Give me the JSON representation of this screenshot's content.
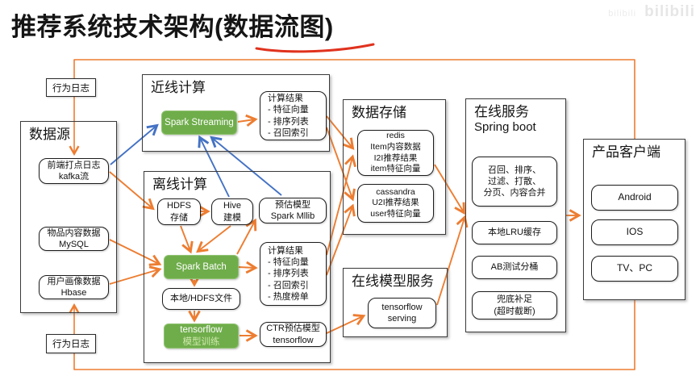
{
  "title": "推荐系统技术架构(数据流图)",
  "watermark": {
    "logo": "bilibili",
    "small": "bilibili"
  },
  "colors": {
    "arrow_orange": "#ED7D31",
    "arrow_blue": "#4472C4",
    "node_green": "#6FAD4B",
    "underline_red": "#E0321E"
  },
  "flow_labels": {
    "top_log": "行为日志",
    "bottom_log": "行为日志"
  },
  "sections": {
    "datasource": {
      "title": "数据源",
      "kafka": [
        "前端打点日志",
        "kafka流"
      ],
      "mysql": [
        "物品内容数据",
        "MySQL"
      ],
      "hbase": [
        "用户画像数据",
        "Hbase"
      ]
    },
    "nearline": {
      "title": "近线计算",
      "spark_streaming": "Spark Streaming",
      "result": [
        "计算结果",
        "- 特征向量",
        "- 排序列表",
        "- 召回索引"
      ]
    },
    "offline": {
      "title": "离线计算",
      "hdfs": [
        "HDFS",
        "存储"
      ],
      "hive": [
        "Hive",
        "建模"
      ],
      "model": [
        "预估模型",
        "Spark Mllib"
      ],
      "spark_batch": "Spark Batch",
      "result": [
        "计算结果",
        "- 特征向量",
        "- 排序列表",
        "- 召回索引",
        "- 热度榜单"
      ],
      "local_file": "本地/HDFS文件",
      "tf_train_line1": "tensorflow",
      "tf_train_line2": "模型训练",
      "ctr": [
        "CTR预估模型",
        "tensorflow"
      ]
    },
    "storage": {
      "title": "数据存储",
      "redis": [
        "redis",
        "Item内容数据",
        "I2I推荐结果",
        "item特征向量"
      ],
      "cassandra": [
        "cassandra",
        "U2I推荐结果",
        "user特征向量"
      ]
    },
    "model_service": {
      "title": "在线模型服务",
      "tf_serving": [
        "tensorflow",
        "serving"
      ]
    },
    "online": {
      "title": "在线服务",
      "subtitle": "Spring boot",
      "pipeline": [
        "召回、排序、",
        "过滤、打散、",
        "分页、内容合并"
      ],
      "lru": "本地LRU缓存",
      "ab": "AB测试分桶",
      "fallback": [
        "兜底补足",
        "(超时截断)"
      ]
    },
    "client": {
      "title": "产品客户端",
      "android": "Android",
      "ios": "IOS",
      "tv_pc": "TV、PC"
    }
  }
}
